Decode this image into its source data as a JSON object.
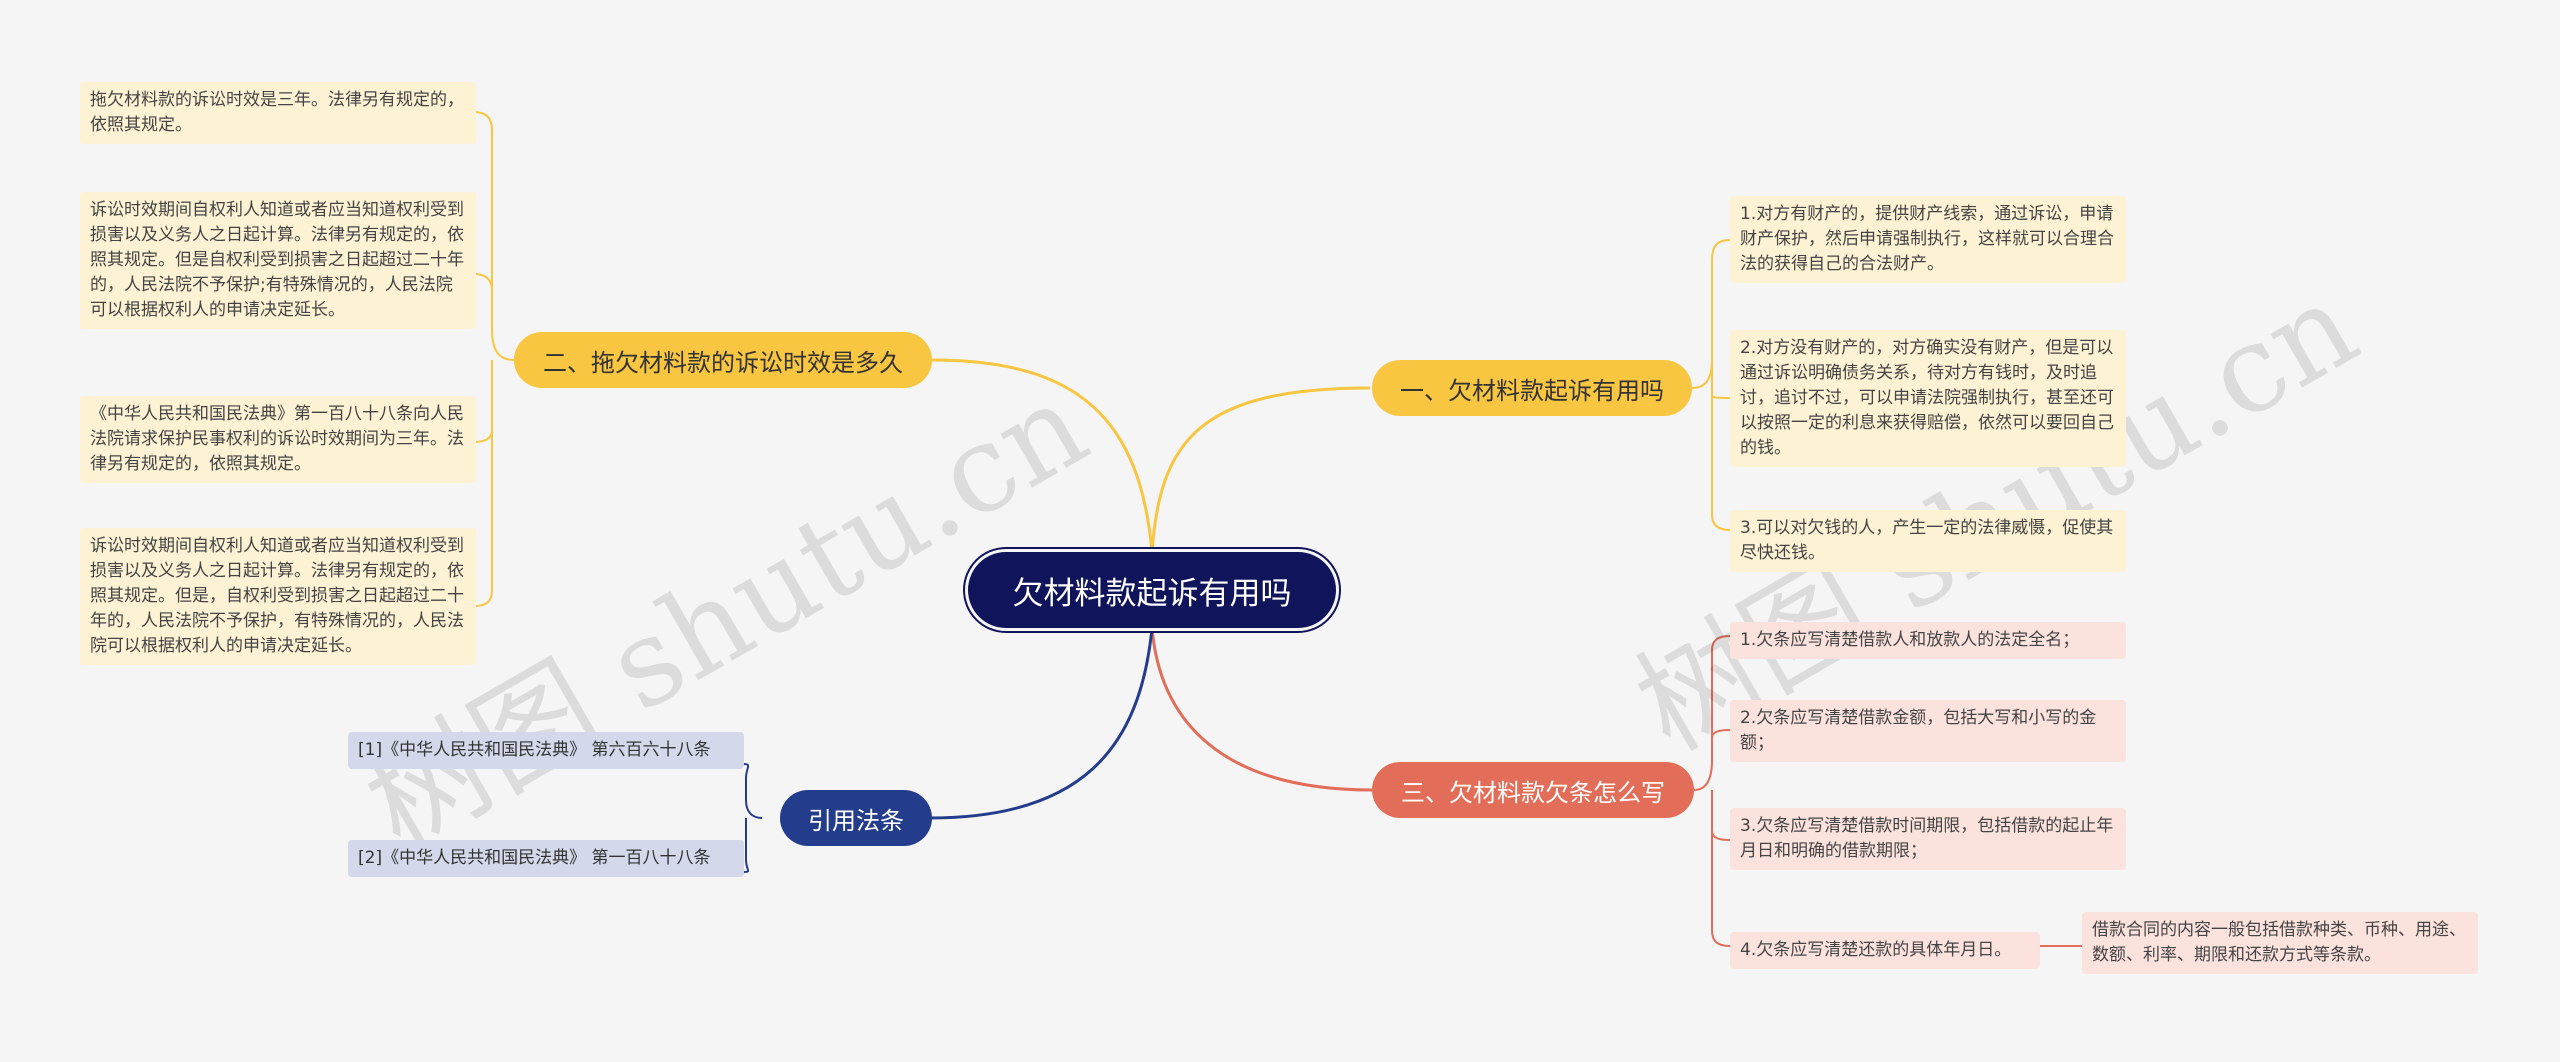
{
  "root": {
    "label": "欠材料款起诉有用吗"
  },
  "branch_right_1": {
    "label": "一、欠材料款起诉有用吗",
    "items": [
      "1.对方有财产的，提供财产线索，通过诉讼，申请财产保护，然后申请强制执行，这样就可以合理合法的获得自己的合法财产。",
      "2.对方没有财产的，对方确实没有财产，但是可以通过诉讼明确债务关系，待对方有钱时，及时追讨，追讨不过，可以申请法院强制执行，甚至还可以按照一定的利息来获得赔偿，依然可以要回自己的钱。",
      "3.可以对欠钱的人，产生一定的法律威慑，促使其尽快还钱。"
    ]
  },
  "branch_right_2": {
    "label": "三、欠材料款欠条怎么写",
    "items": [
      "1.欠条应写清楚借款人和放款人的法定全名；",
      "2.欠条应写清楚借款金额，包括大写和小写的金额；",
      "3.欠条应写清楚借款时间期限，包括借款的起止年月日和明确的借款期限；",
      "4.欠条应写清楚还款的具体年月日。"
    ],
    "sub_item": "借款合同的内容一般包括借款种类、币种、用途、数额、利率、期限和还款方式等条款。"
  },
  "branch_left_1": {
    "label": "二、拖欠材料款的诉讼时效是多久",
    "items": [
      "拖欠材料款的诉讼时效是三年。法律另有规定的，依照其规定。",
      "诉讼时效期间自权利人知道或者应当知道权利受到损害以及义务人之日起计算。法律另有规定的，依照其规定。但是自权利受到损害之日起超过二十年的，人民法院不予保护;有特殊情况的，人民法院可以根据权利人的申请决定延长。",
      "《中华人民共和国民法典》第一百八十八条向人民法院请求保护民事权利的诉讼时效期间为三年。法律另有规定的，依照其规定。",
      "诉讼时效期间自权利人知道或者应当知道权利受到损害以及义务人之日起计算。法律另有规定的，依照其规定。但是，自权利受到损害之日起超过二十年的，人民法院不予保护，有特殊情况的，人民法院可以根据权利人的申请决定延长。"
    ]
  },
  "branch_left_2": {
    "label": "引用法条",
    "items": [
      "[1]《中华人民共和国民法典》 第六百六十八条",
      "[2]《中华人民共和国民法典》 第一百八十八条"
    ]
  },
  "watermarks": [
    "树图 shutu.cn",
    "树图 shutu.cn"
  ],
  "colors": {
    "root": "#10145a",
    "yellow": "#f9c642",
    "red": "#e26d58",
    "blue": "#233c8c"
  }
}
